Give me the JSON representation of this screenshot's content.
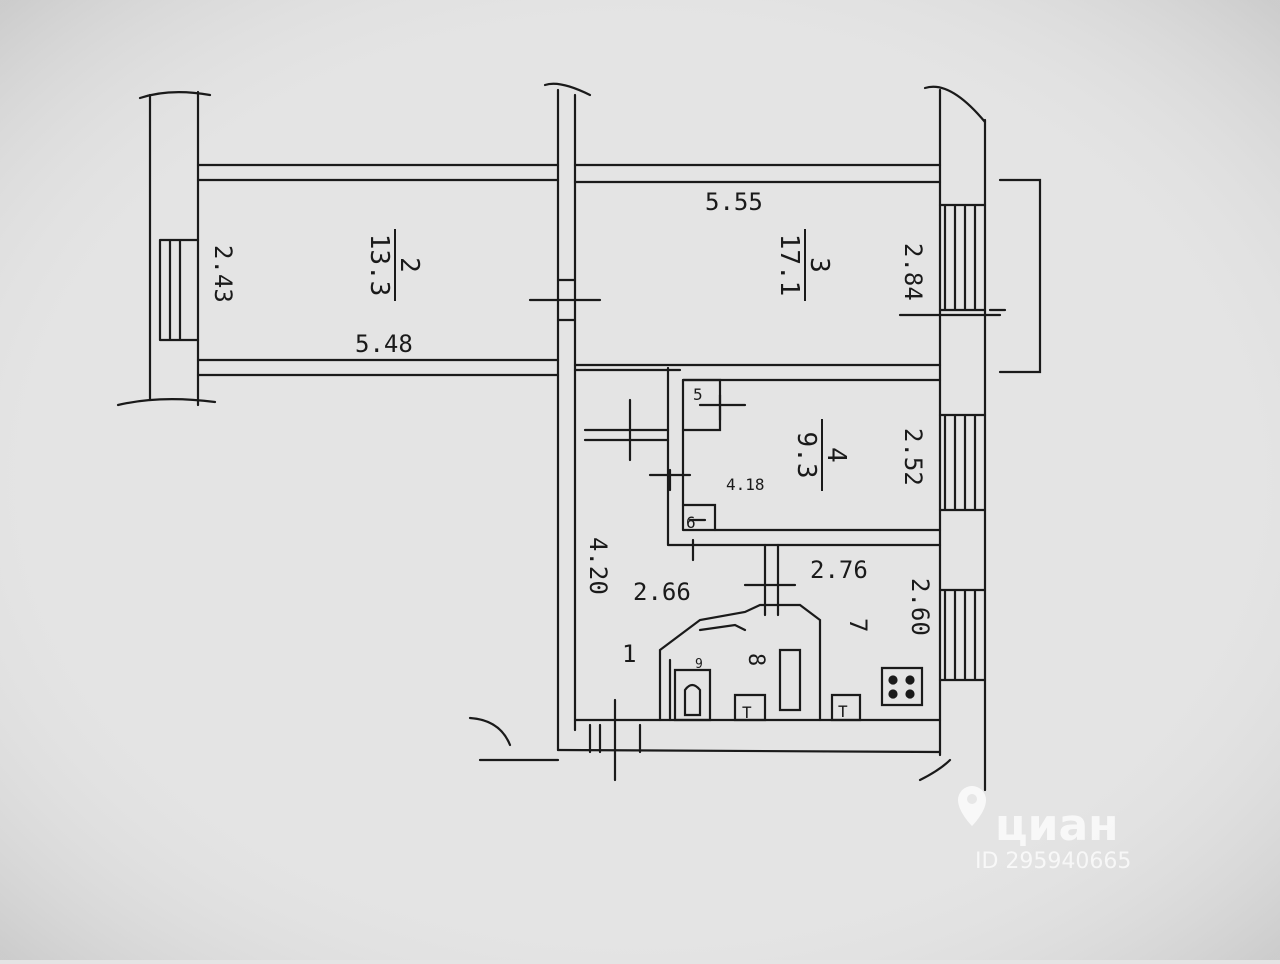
{
  "plan": {
    "rooms": [
      {
        "number": "2",
        "area": "13.3"
      },
      {
        "number": "3",
        "area": "17.1"
      },
      {
        "number": "4",
        "area": "9.3"
      },
      {
        "number": "1"
      },
      {
        "number": "7"
      },
      {
        "number": "8"
      },
      {
        "number": "9"
      },
      {
        "number": "5"
      },
      {
        "number": "6"
      }
    ],
    "dimensions": {
      "room2_width": "2.43",
      "room2_length": "5.48",
      "room3_length": "5.55",
      "room3_width": "2.84",
      "room4_width": "2.52",
      "room4_length": "4.18",
      "hall_length": "4.20",
      "hall_width": "2.66",
      "kitchen_length": "2.76",
      "kitchen_width": "2.60"
    },
    "fixtures": {
      "riser_left": "T",
      "riser_right": "T"
    },
    "watermark": {
      "brand": "циан",
      "id": "ID 295940665"
    }
  }
}
